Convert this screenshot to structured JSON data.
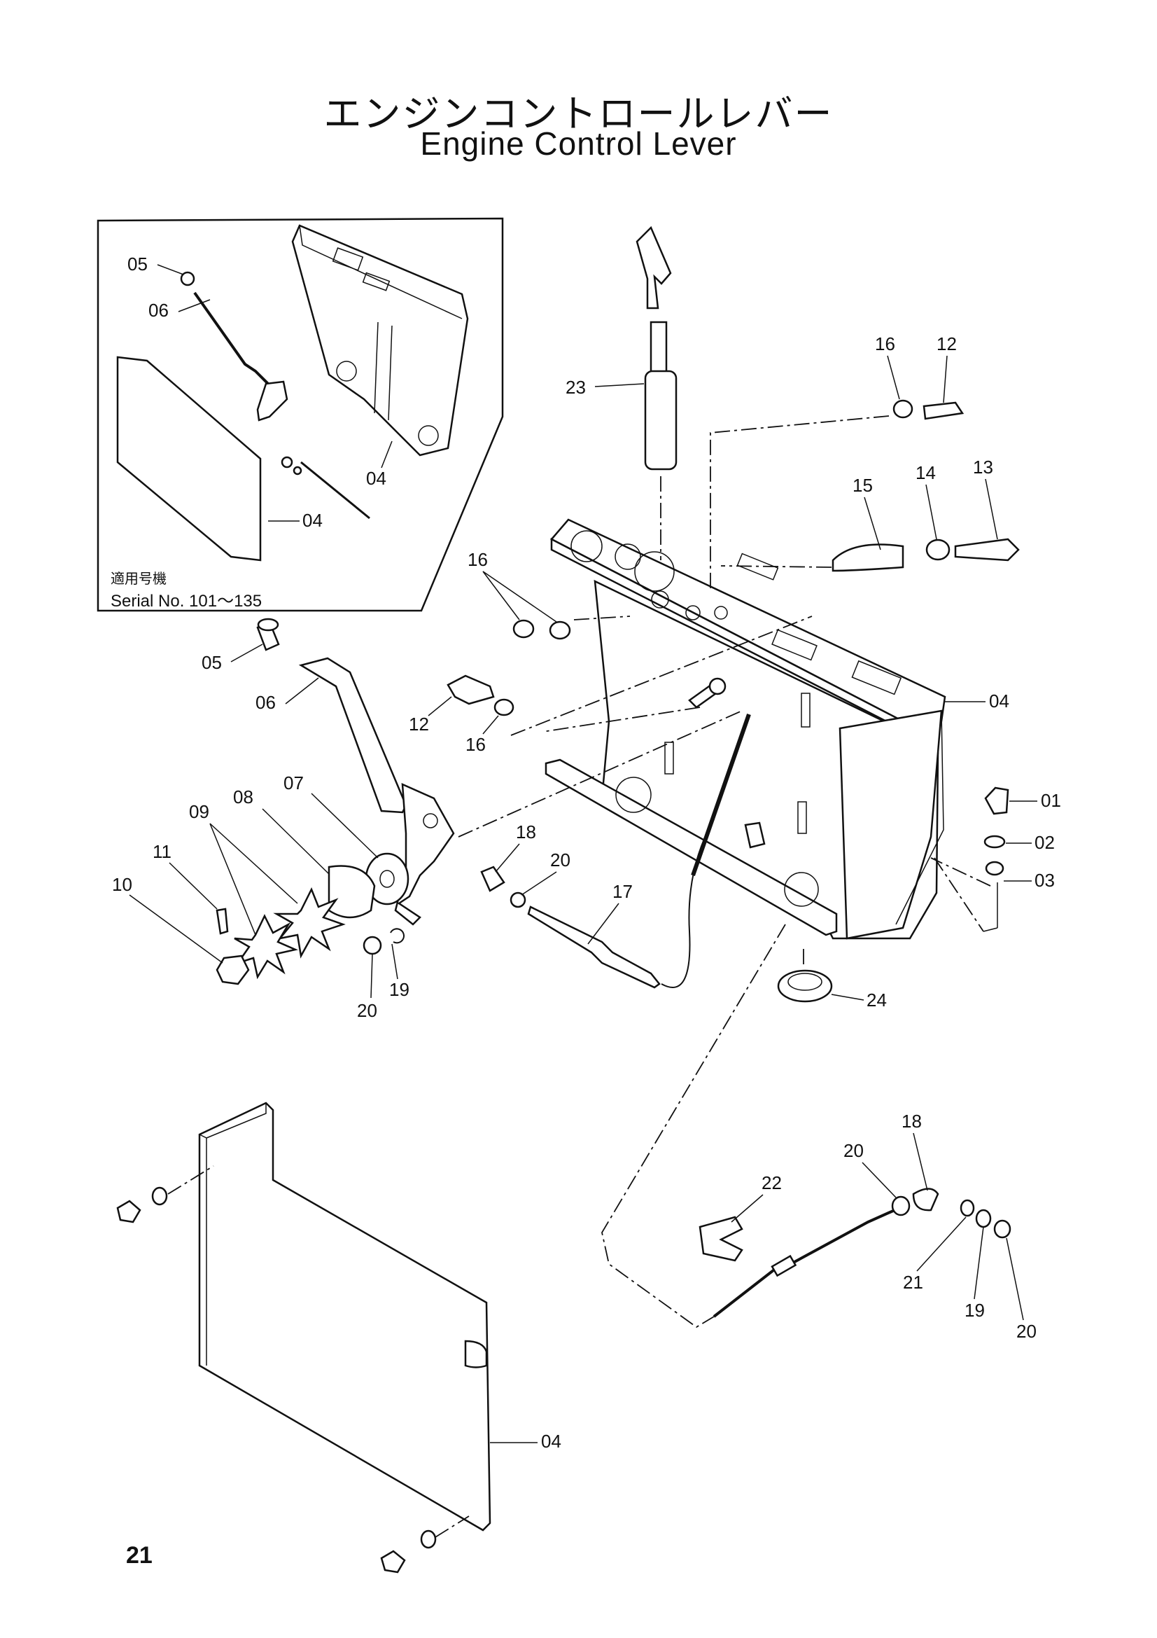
{
  "title": {
    "japanese": "エンジンコントロールレバー",
    "english": "Engine Control Lever"
  },
  "inset": {
    "applicable_label": "適用号機",
    "serial_label": "Serial No. 101〜135",
    "callouts": [
      "05",
      "06",
      "04",
      "04"
    ]
  },
  "callouts": {
    "c01": "01",
    "c02": "02",
    "c03": "03",
    "c04a": "04",
    "c04b": "04",
    "c05": "05",
    "c06": "06",
    "c07": "07",
    "c08": "08",
    "c09": "09",
    "c10": "10",
    "c11": "11",
    "c12a": "12",
    "c12b": "12",
    "c13": "13",
    "c14": "14",
    "c15": "15",
    "c16a": "16",
    "c16b": "16",
    "c16c": "16",
    "c17": "17",
    "c18a": "18",
    "c18b": "18",
    "c19a": "19",
    "c19b": "19",
    "c20a": "20",
    "c20b": "20",
    "c20c": "20",
    "c20d": "20",
    "c21": "21",
    "c22": "22",
    "c23": "23",
    "c24": "24"
  },
  "page_number": "21"
}
